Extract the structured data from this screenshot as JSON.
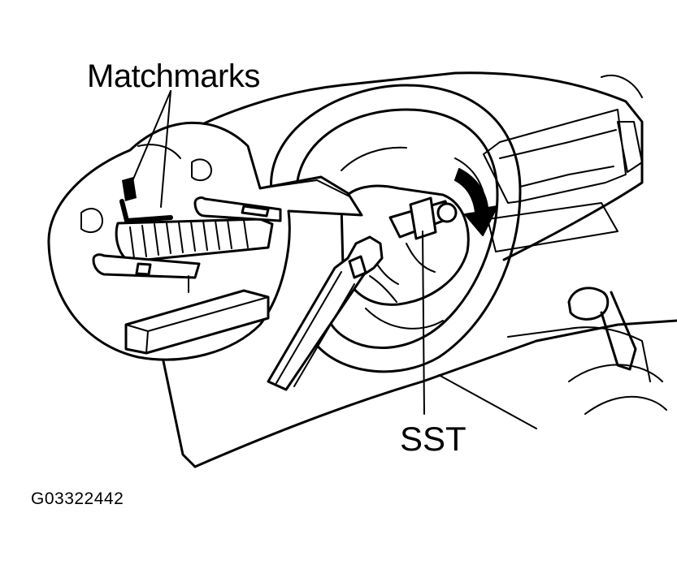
{
  "labels": {
    "matchmarks": "Matchmarks",
    "sst": "SST",
    "figure_code": "G03322442"
  }
}
